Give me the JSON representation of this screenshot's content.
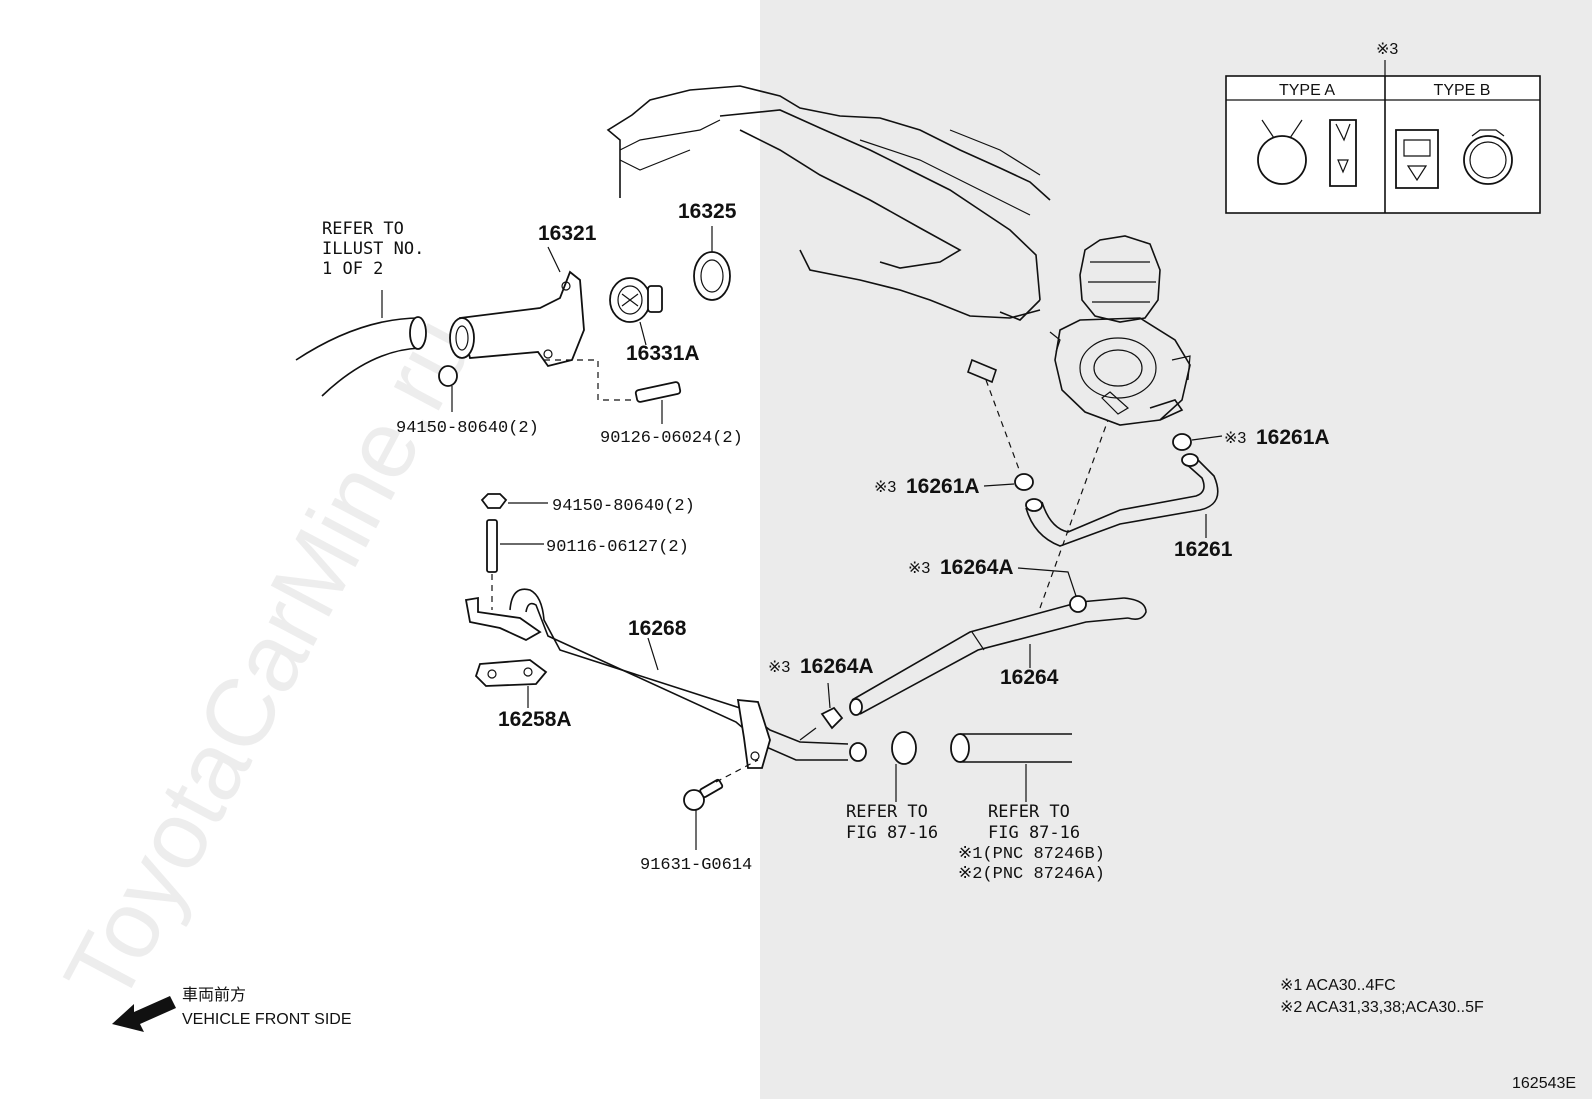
{
  "refer_illust": [
    "REFER TO",
    "ILLUST NO.",
    "1 OF 2"
  ],
  "refer_fig_left": [
    "REFER TO",
    "FIG 87-16"
  ],
  "refer_fig_right": [
    "REFER TO",
    "FIG 87-16"
  ],
  "pnc_notes": [
    "※1(PNC 87246B)",
    "※2(PNC 87246A)"
  ],
  "parts": {
    "p16321": "16321",
    "p16325": "16325",
    "p16331A": "16331A",
    "p94150_a": "94150-80640(2)",
    "p90126": "90126-06024(2)",
    "p94150_b": "94150-80640(2)",
    "p90116": "90116-06127(2)",
    "p16268": "16268",
    "p16258A": "16258A",
    "p91631": "91631-G0614",
    "p16261A_left": "16261A",
    "p16261A_right": "16261A",
    "p16261": "16261",
    "p16264A_upper": "16264A",
    "p16264A_lower": "16264A",
    "p16264": "16264"
  },
  "ref_mark": "※3",
  "clamp_table": {
    "header_mark": "※3",
    "type_a": "TYPE A",
    "type_b": "TYPE B"
  },
  "direction": {
    "jp": "車両前方",
    "en": "VEHICLE FRONT SIDE"
  },
  "footnotes": [
    "※1 ACA30..4FC",
    "※2 ACA31,33,38;ACA30..5F"
  ],
  "illustration_id": "162543E",
  "watermark": "ToyotaCarMine.ru"
}
